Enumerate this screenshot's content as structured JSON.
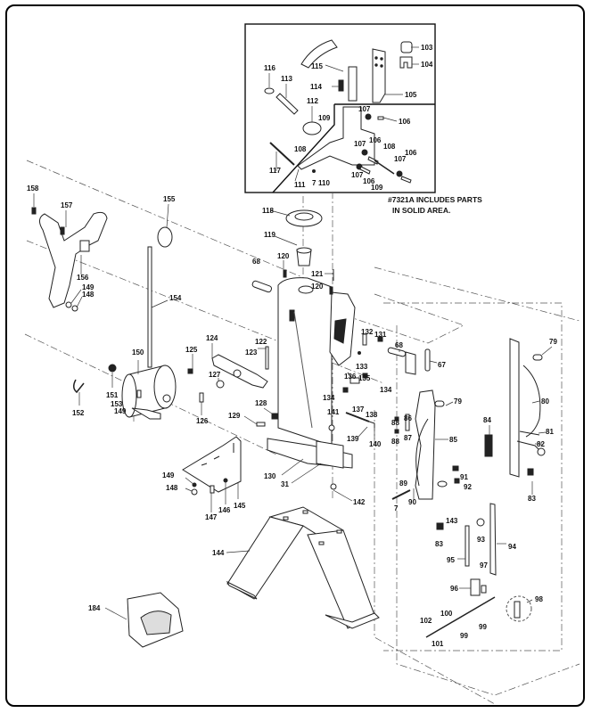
{
  "diagram": {
    "type": "exploded-parts-diagram",
    "inset_note_line1": "#7321A INCLUDES PARTS",
    "inset_note_line2": "IN SOLID AREA.",
    "labels": {
      "103": "103",
      "104": "104",
      "105": "105",
      "106": "106",
      "107": "107",
      "108": "108",
      "109": "109",
      "110": "110",
      "111": "111",
      "112": "112",
      "113": "113",
      "114": "114",
      "115": "115",
      "116": "116",
      "117": "117",
      "7": "7",
      "118": "118",
      "119": "119",
      "120": "120",
      "121": "121",
      "122": "122",
      "123": "123",
      "124": "124",
      "125": "125",
      "126": "126",
      "127": "127",
      "128": "128",
      "129": "129",
      "130": "130",
      "31": "31",
      "131": "131",
      "132": "132",
      "133": "133",
      "134": "134",
      "135": "135",
      "136": "136",
      "137": "137",
      "138": "138",
      "139": "139",
      "140": "140",
      "141": "141",
      "142": "142",
      "143": "143",
      "144": "144",
      "145": "145",
      "146": "146",
      "147": "147",
      "148": "148",
      "149": "149",
      "150": "150",
      "151": "151",
      "152": "152",
      "153": "153",
      "154": "154",
      "155": "155",
      "156": "156",
      "157": "157",
      "158": "158",
      "184": "184",
      "68": "68",
      "67": "67",
      "79": "79",
      "80": "80",
      "81": "81",
      "82": "82",
      "83": "83",
      "84": "84",
      "85": "85",
      "86": "86",
      "87": "87",
      "88": "88",
      "89": "89",
      "90": "90",
      "91": "91",
      "92": "92",
      "93": "93",
      "94": "94",
      "95": "95",
      "96": "96",
      "97": "97",
      "98": "98",
      "99": "99",
      "100": "100",
      "101": "101",
      "102": "102"
    }
  }
}
